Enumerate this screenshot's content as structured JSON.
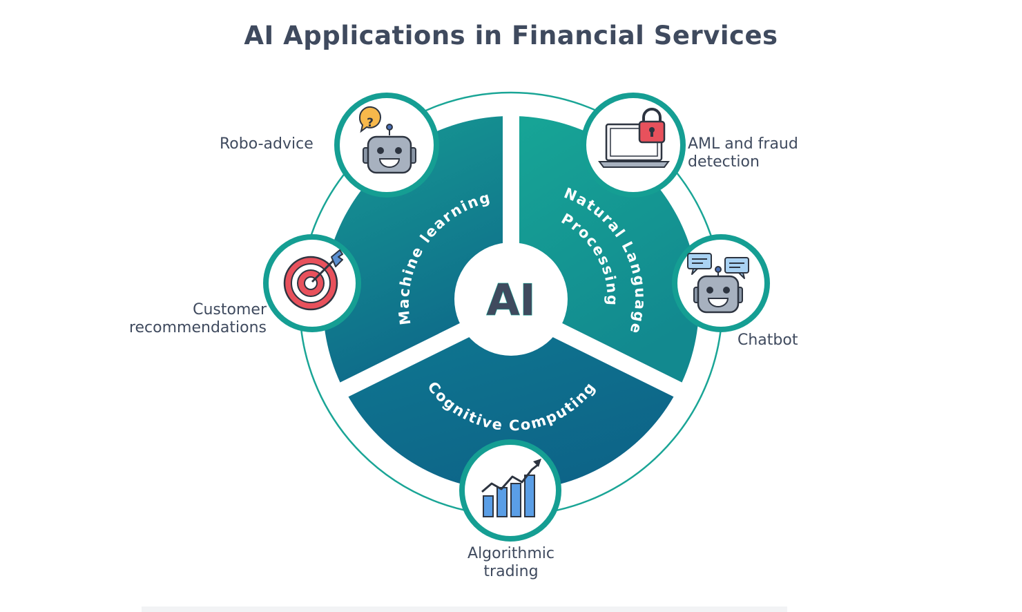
{
  "title": "AI Applications in Financial Services",
  "center": {
    "label": "AI"
  },
  "segments": [
    {
      "id": "ml",
      "label": "Machine learning"
    },
    {
      "id": "nlp",
      "label_line1": "Natural Language",
      "label_line2": "Processing"
    },
    {
      "id": "cc",
      "label": "Cognitive Computing"
    }
  ],
  "applications": {
    "robo_advice": {
      "line1": "Robo-advice"
    },
    "aml": {
      "line1": "AML and fraud",
      "line2": "detection"
    },
    "chatbot": {
      "line1": "Chatbot"
    },
    "customer": {
      "line1": "Customer",
      "line2": "recommendations"
    },
    "algo": {
      "line1": "Algorithmic",
      "line2": "trading"
    }
  },
  "colors": {
    "title": "#3f4a5e",
    "teal": "#159e93",
    "teal_light": "#17a89a",
    "teal_dark": "#0f6f88",
    "ring": "#1aa596",
    "white": "#ffffff"
  },
  "icons": {
    "robo_advice": "robot-question-icon",
    "aml": "laptop-lock-icon",
    "chatbot": "chatbot-robot-icon",
    "customer": "target-dart-icon",
    "algo": "rising-bar-chart-icon"
  }
}
